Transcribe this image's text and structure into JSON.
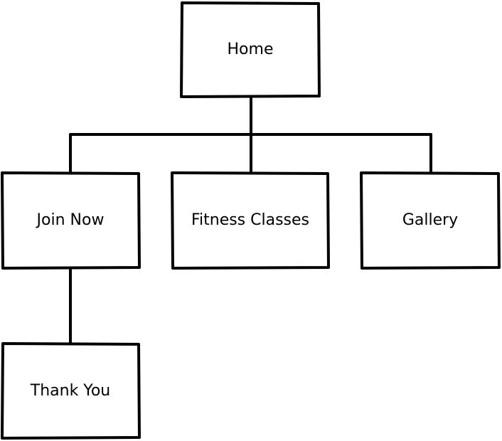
{
  "nodes": {
    "home": "Home",
    "join_now": "Join Now",
    "fitness_classes": "Fitness Classes",
    "gallery": "Gallery",
    "thank_you": "Thank You"
  },
  "colors": {
    "stroke": "#000000",
    "fill": "#ffffff"
  }
}
